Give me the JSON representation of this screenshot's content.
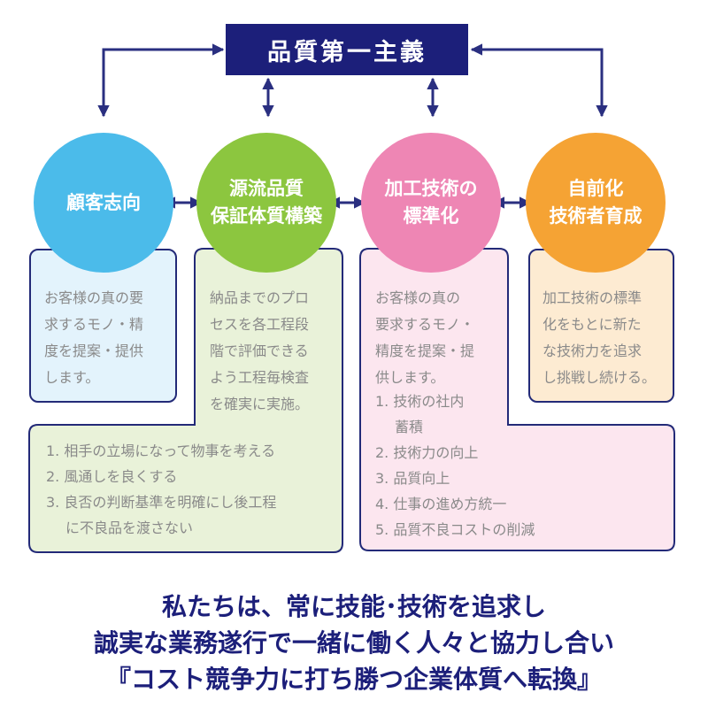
{
  "title": "品質第一主義",
  "nodes": [
    {
      "lines": [
        "顧客志向"
      ],
      "color": "#4bbbea",
      "text": [
        "お客様の真の要",
        "求するモノ・精",
        "度を提案・提供",
        "します。"
      ]
    },
    {
      "lines": [
        "源流品質",
        "保証体質構築"
      ],
      "color": "#8cc63f",
      "text": [
        "納品までのプロ",
        "セスを各工程段",
        "階で評価できる",
        "よう工程毎検査",
        "を確実に実施。"
      ]
    },
    {
      "lines": [
        "加工技術の",
        "標準化"
      ],
      "color": "#ee86b4",
      "text": [
        "お客様の真の",
        "要求するモノ・",
        "精度を提案・提",
        "供します。"
      ]
    },
    {
      "lines": [
        "自前化",
        "技術者育成"
      ],
      "color": "#f5a334",
      "text": [
        "加工技術の標準",
        "化をもとに新た",
        "な技術力を追求",
        "し挑戦し続ける。"
      ]
    }
  ],
  "green_list": [
    {
      "num": "1.",
      "text": "相手の立場になって物事を考える",
      "cont": ""
    },
    {
      "num": "2.",
      "text": "風通しを良くする",
      "cont": ""
    },
    {
      "num": "3.",
      "text": "良否の判断基準を明確にし後工程",
      "cont": "に不良品を渡さない"
    }
  ],
  "pink_list": [
    {
      "num": "1.",
      "text": "技術の社内",
      "cont": "蓄積"
    },
    {
      "num": "2.",
      "text": "技術力の向上",
      "cont": ""
    },
    {
      "num": "3.",
      "text": "品質向上",
      "cont": ""
    },
    {
      "num": "4.",
      "text": "仕事の進め方統一",
      "cont": ""
    },
    {
      "num": "5.",
      "text": "品質不良コストの削減",
      "cont": ""
    }
  ],
  "bottom_lines": [
    "私たちは、常に技能･技術を追求し",
    "誠実な業務遂行で一緒に働く人々と協力し合い",
    "『コスト競争力に打ち勝つ企業体質へ転換』"
  ],
  "colors": {
    "navy": "#1c1f7a",
    "blue_panel": "#e3f3fc",
    "green_panel": "#e9f2d9",
    "pink_panel": "#fce6ef",
    "orange_panel": "#fdebd2",
    "body_text": "#8a8a8a"
  },
  "icons": {
    "connector": "double-arrow"
  }
}
